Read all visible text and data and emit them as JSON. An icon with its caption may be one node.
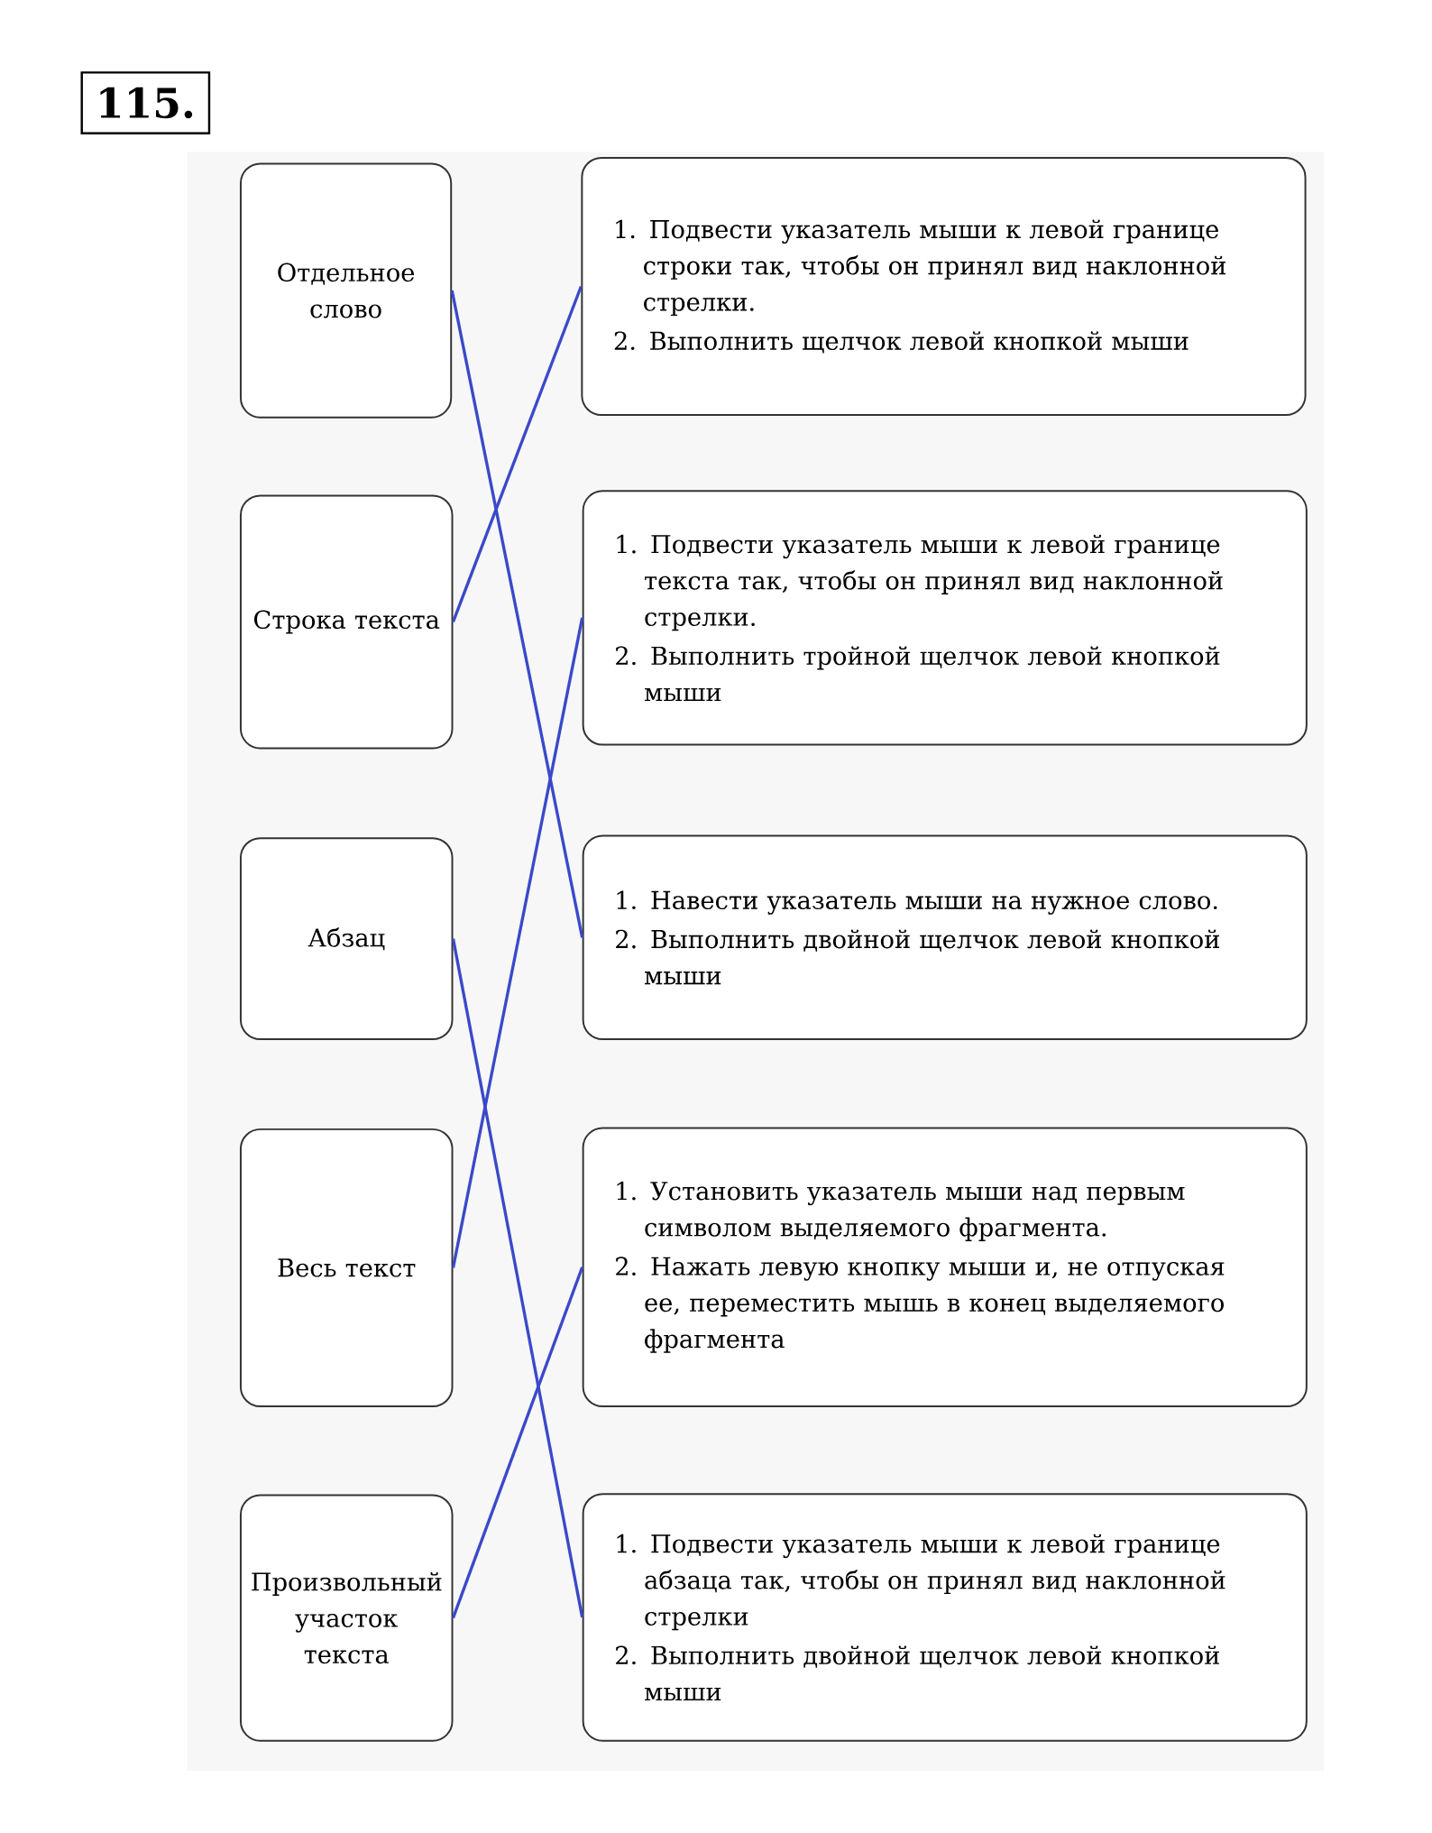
{
  "diagram": {
    "nodes": [
      {
        "text": [
          "Отдельное слово"
        ]
      },
      {
        "text": [
          "1. Подвести указатель мыши к левой границе строки так, чтобы он принял вид наклонной стрелки.",
          "2. Выполнить щелчок левой кнопкой мыши"
        ]
      },
      {
        "text": [
          "Строка текста"
        ]
      },
      {
        "text": [
          "1. Подвести указатель мыши к левой границе текста так, чтобы он принял вид наклонной стрелки.",
          "2. Выполнить тройной щелчок левой кнопкой мыши"
        ]
      },
      {
        "text": [
          "Абзац"
        ]
      },
      {
        "text": [
          "1. Навести указатель мыши на нужное слово.",
          "2. Выполнить двойной щелчок левой кнопкой мыши"
        ]
      },
      {
        "text": [
          "Весь текст"
        ]
      },
      {
        "text": [
          "1. Установить указатель мыши над первым символом выделяемого фрагмента.",
          "2. Нажать левую кнопку мыши и, не отпуская ее, переместить мышь в конец выделяемого фрагмента"
        ]
      },
      {
        "text": [
          "Произвольный участок текста"
        ]
      },
      {
        "text": [
          "1. Подвести указатель мыши к левой границе абзаца так, чтобы он принял вид наклонной стрелки",
          "2. Выполнить двойной щелчок левой кнопкой мыши"
        ]
      }
    ],
    "edges": [
      {
        "from": 0,
        "to": 5,
        "arrow": "none"
      },
      {
        "from": 2,
        "to": 1,
        "arrow": "none"
      },
      {
        "from": 4,
        "to": 9,
        "arrow": "none"
      },
      {
        "from": 6,
        "to": 3,
        "arrow": "none"
      },
      {
        "from": 8,
        "to": 7,
        "arrow": "none"
      }
    ],
    "labels": [
      "115."
    ]
  }
}
